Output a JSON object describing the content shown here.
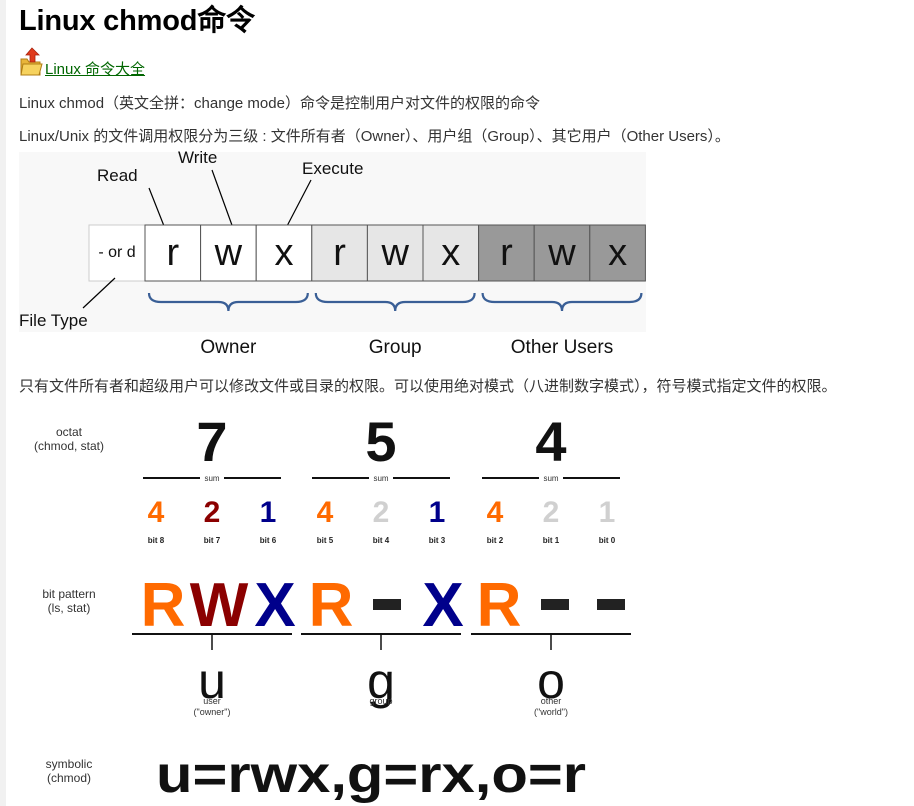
{
  "title": "Linux chmod命令",
  "nav": {
    "link_text": " Linux 命令大全",
    "icon": "folder-up-icon"
  },
  "intro": "Linux chmod（英文全拼：change mode）命令是控制用户对文件的权限的命令",
  "levels": "Linux/Unix 的文件调用权限分为三级 : 文件所有者（Owner）、用户组（Group）、其它用户（Other Users）。",
  "note": "只有文件所有者和超级用户可以修改文件或目录的权限。可以使用绝对模式（八进制数字模式），符号模式指定文件的权限。",
  "diagram1": {
    "labels": {
      "read": "Read",
      "write": "Write",
      "execute": "Execute",
      "filetype_box": "- or d",
      "filetype": "File Type"
    },
    "cells": [
      "r",
      "w",
      "x",
      "r",
      "w",
      "x",
      "r",
      "w",
      "x"
    ],
    "groups": [
      "Owner",
      "Group",
      "Other Users"
    ],
    "colors": {
      "owner": "#ffffff",
      "group": "#e6e6e6",
      "other": "#999999",
      "brace": "#3a5f96"
    }
  },
  "diagram2": {
    "octat_label": [
      "octat",
      "(chmod, stat)"
    ],
    "digits": [
      "7",
      "5",
      "4"
    ],
    "sum_label": "sum",
    "bits": [
      {
        "value": "4",
        "label": "bit 8",
        "color": "#ff6a00"
      },
      {
        "value": "2",
        "label": "bit 7",
        "color": "#8b0000"
      },
      {
        "value": "1",
        "label": "bit 6",
        "color": "#00008b"
      },
      {
        "value": "4",
        "label": "bit 5",
        "color": "#ff6a00"
      },
      {
        "value": "2",
        "label": "bit 4",
        "color": "#d0d0d0"
      },
      {
        "value": "1",
        "label": "bit 3",
        "color": "#00008b"
      },
      {
        "value": "4",
        "label": "bit 2",
        "color": "#ff6a00"
      },
      {
        "value": "2",
        "label": "bit 1",
        "color": "#d0d0d0"
      },
      {
        "value": "1",
        "label": "bit 0",
        "color": "#d0d0d0"
      }
    ],
    "bitpattern_label": [
      "bit pattern",
      "(ls, stat)"
    ],
    "pattern": [
      {
        "ch": "R",
        "color": "#ff6a00"
      },
      {
        "ch": "W",
        "color": "#8b0000"
      },
      {
        "ch": "X",
        "color": "#00008b"
      },
      {
        "ch": "R",
        "color": "#ff6a00"
      },
      {
        "ch": "-",
        "color": "#222222"
      },
      {
        "ch": "X",
        "color": "#00008b"
      },
      {
        "ch": "R",
        "color": "#ff6a00"
      },
      {
        "ch": "-",
        "color": "#222222"
      },
      {
        "ch": "-",
        "color": "#222222"
      }
    ],
    "classes": [
      {
        "letter": "u",
        "name": "user",
        "sub": "(\"owner\")"
      },
      {
        "letter": "g",
        "name": "group",
        "sub": ""
      },
      {
        "letter": "o",
        "name": "other",
        "sub": "(\"world\")"
      }
    ],
    "symbolic_label": [
      "symbolic",
      "(chmod)"
    ],
    "symbolic": "u=rwx,g=rx,o=r"
  }
}
